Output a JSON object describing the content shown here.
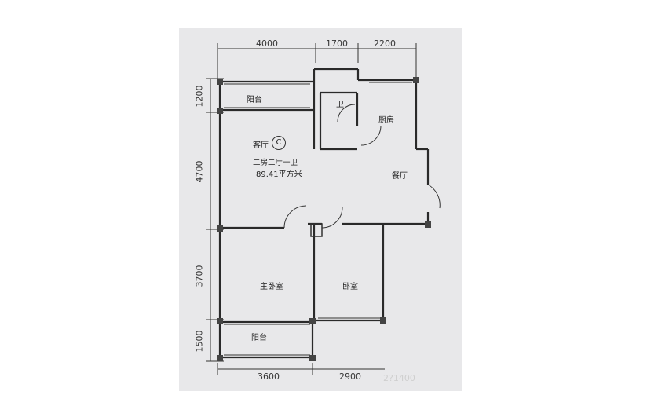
{
  "plan": {
    "dimensions_top": [
      "4000",
      "1700",
      "2200"
    ],
    "dimensions_left": [
      "1200",
      "4700",
      "3700",
      "1500"
    ],
    "dimensions_bottom": [
      "3600",
      "2900"
    ],
    "unit_mark": "C",
    "unit_type": "二房二厅一卫",
    "area": "89.41平方米",
    "watermark": "2?1400"
  },
  "rooms": {
    "balcony_top": "阳台",
    "bathroom": "卫",
    "kitchen": "厨房",
    "living_room": "客厅",
    "dining_room": "餐厅",
    "master_bedroom": "主卧室",
    "bedroom": "卧室",
    "balcony_bottom": "阳台"
  }
}
